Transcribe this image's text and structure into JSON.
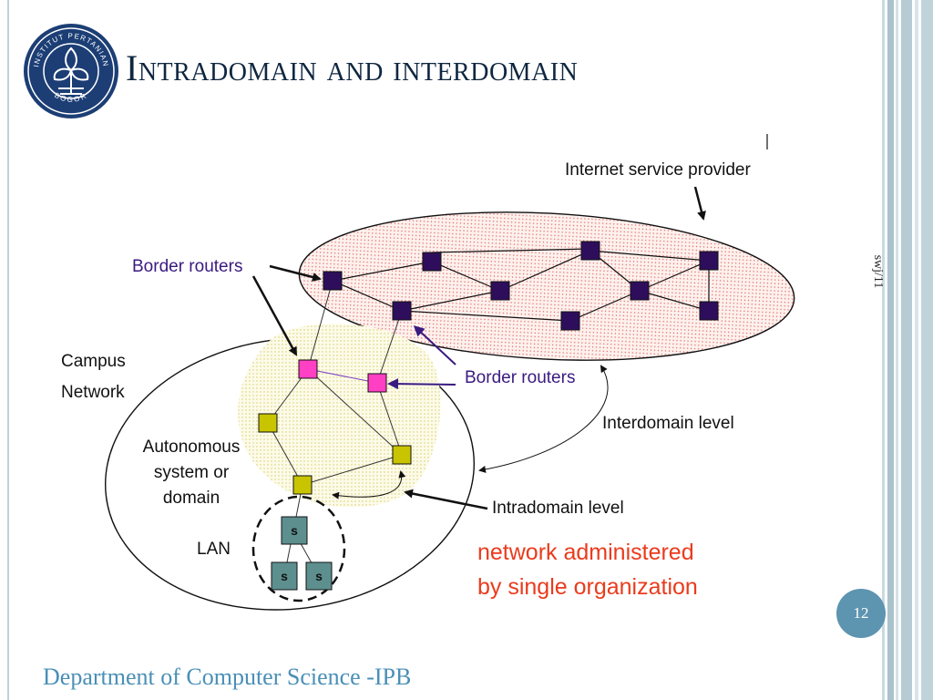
{
  "slide": {
    "title": "Intradomain and interdomain",
    "footer": "Department of Computer Science -IPB",
    "side_label": "swj/11",
    "page_number": "12",
    "logo_text_top": "INSTITUT PERTANIAN",
    "logo_text_bottom": "BOGOR"
  },
  "diagram": {
    "isp_label": "Internet service provider",
    "border_routers_top": "Border routers",
    "border_routers_mid": "Border routers",
    "campus_line1": "Campus",
    "campus_line2": "Network",
    "autonomous_line1": "Autonomous",
    "autonomous_line2": "system or",
    "autonomous_line3": "domain",
    "interdomain_level": "Interdomain level",
    "intradomain_level": "Intradomain level",
    "lan_label": "LAN",
    "switch_label": "s",
    "admin_line1": "network administered",
    "admin_line2": "by single organization"
  },
  "colors": {
    "isp_router": "#2e0e5c",
    "border_router": "#ff3fc4",
    "as_router": "#c8c400",
    "switch": "#5d8f8f",
    "title": "#0f2740",
    "footer": "#4a8fb7",
    "red_text": "#ea3b1c",
    "purple_text": "#3a1a80"
  }
}
